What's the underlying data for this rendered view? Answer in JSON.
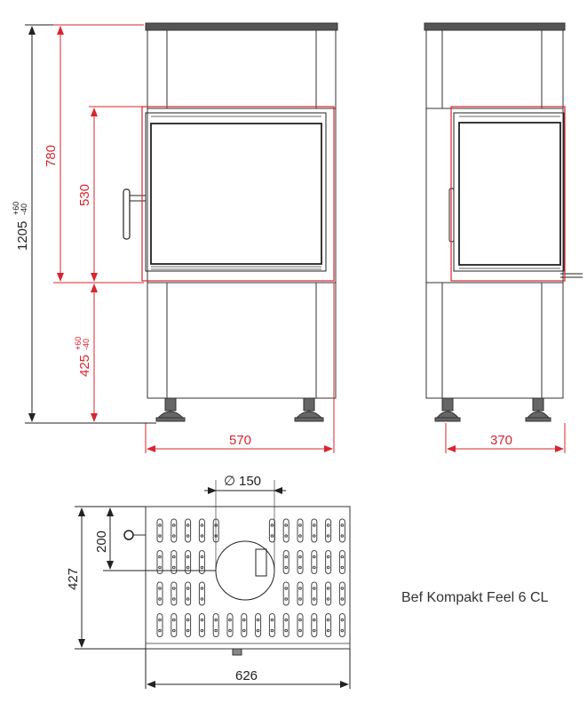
{
  "product": {
    "title": "Bef Kompakt Feel 6 CL"
  },
  "colors": {
    "red": "#d9252e",
    "line": "#333333",
    "dark": "#1a1a1a"
  },
  "front_view": {
    "overall_height": "1205",
    "overall_height_tol_plus": "+60",
    "overall_height_tol_minus": "-40",
    "height_to_top_of_door": "780",
    "door_opening_height": "530",
    "floor_to_opening": "425",
    "floor_to_opening_tol_plus": "+60",
    "floor_to_opening_tol_minus": "-40",
    "width": "570"
  },
  "side_view": {
    "depth": "370"
  },
  "top_view": {
    "flue_diameter_symbol": "∅",
    "flue_diameter": "150",
    "depth": "427",
    "flue_offset": "200",
    "width": "626"
  }
}
